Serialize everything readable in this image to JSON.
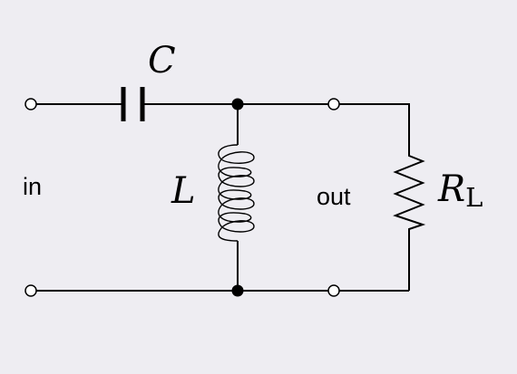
{
  "labels": {
    "capacitor": "C",
    "inductor": "L",
    "resistor_main": "R",
    "resistor_sub": "L",
    "input": "in",
    "output": "out"
  },
  "colors": {
    "background": "#eeedf2",
    "stroke": "#000000",
    "terminal_fill": "#ffffff"
  }
}
